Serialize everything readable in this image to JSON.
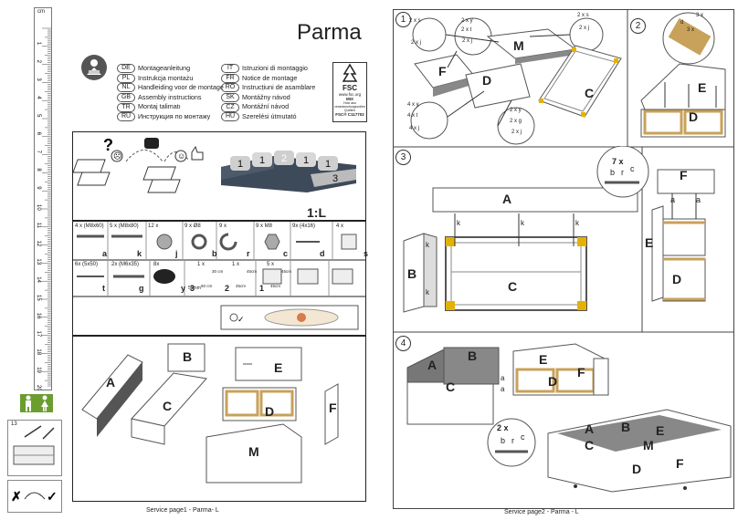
{
  "title": "Parma",
  "languages": [
    {
      "code": "DE",
      "label": "Montageanleitung"
    },
    {
      "code": "PL",
      "label": "Instrukcja montażu"
    },
    {
      "code": "NL",
      "label": "Handleiding voor de montage"
    },
    {
      "code": "GB",
      "label": "Assembly instructions"
    },
    {
      "code": "TR",
      "label": "Montaj talimatı"
    },
    {
      "code": "RU",
      "label": "Инструкция по монтажу"
    },
    {
      "code": "IT",
      "label": "Istruzioni di montaggio"
    },
    {
      "code": "FR",
      "label": "Notice de montage"
    },
    {
      "code": "RO",
      "label": "Instrucțiuni de asamblare"
    },
    {
      "code": "SK",
      "label": "Montážny návod"
    },
    {
      "code": "CZ",
      "label": "Montážní návod"
    },
    {
      "code": "HU",
      "label": "Szerelési útmutató"
    }
  ],
  "fsc": {
    "brand": "FSC",
    "url": "www.fsc.org",
    "mix": "MIX",
    "line2": "Holz aus verantwortungsvollen Quellen",
    "code": "FSC® C117702"
  },
  "scale": "1:L",
  "hardware": [
    {
      "qty": "4 x (M8x60)",
      "id": "a"
    },
    {
      "qty": "5 x (M8x80)",
      "id": "k"
    },
    {
      "qty": "12 x",
      "id": "j"
    },
    {
      "qty": "9 x Ø8",
      "id": "b"
    },
    {
      "qty": "9 x",
      "id": "r"
    },
    {
      "qty": "9 x M8",
      "id": "c"
    },
    {
      "qty": "9x (4x16)",
      "id": "d"
    },
    {
      "qty": "4 x",
      "id": "s"
    },
    {
      "qty": "6x (5x50)",
      "id": "t"
    },
    {
      "qty": "2x (M6x35)",
      "id": "g"
    },
    {
      "qty": "8x",
      "id": "y"
    }
  ],
  "pads": [
    {
      "qty": "1 x",
      "num": "3",
      "dim1": "30 cm",
      "dim2": "60 cm"
    },
    {
      "qty": "1 x",
      "num": "2",
      "dim1": "45cm",
      "dim2": "45cm"
    },
    {
      "qty": "5 x",
      "num": "1",
      "dim1": "45cm",
      "dim2": "45cm"
    }
  ],
  "cushion_numbers": [
    "1",
    "1",
    "2",
    "1",
    "1",
    "3"
  ],
  "pad_size": "50mm",
  "parts": [
    "A",
    "B",
    "C",
    "D",
    "E",
    "F",
    "M"
  ],
  "step_labels": {
    "s1": "1",
    "s2": "2",
    "s3": "3",
    "s4": "4"
  },
  "step1_hw": {
    "m1": "2 x s",
    "m2": "2 x j",
    "m3": "2 x y",
    "m4": "2 x t",
    "m5": "2 x j",
    "m6": "2 x s",
    "m7": "2 x j",
    "m8": "4 x y",
    "m9": "4 x t",
    "m10": "4 x j",
    "m11": "2 x y",
    "m12": "2 x g",
    "m13": "2 x j"
  },
  "step2_hw": {
    "q": "3 x",
    "l1": "d",
    "l2": "3 x"
  },
  "step3_hw": {
    "q": "7 x",
    "b": "b",
    "r": "r",
    "c": "c"
  },
  "step4_hw": {
    "q": "2 x",
    "b": "b",
    "r": "r",
    "c": "c"
  },
  "hw_k": "k",
  "hw_a": "a",
  "left_step_count": "13",
  "footer_left": "Service page1 - Parma- L",
  "footer_right": "Service page2 - Parma - L",
  "ruler_numbers": [
    "1",
    "2",
    "3",
    "4",
    "5",
    "6",
    "7",
    "8",
    "9",
    "10",
    "11",
    "12",
    "13",
    "14",
    "15",
    "16",
    "17",
    "18",
    "19",
    "20"
  ],
  "ruler_unit": "cm"
}
